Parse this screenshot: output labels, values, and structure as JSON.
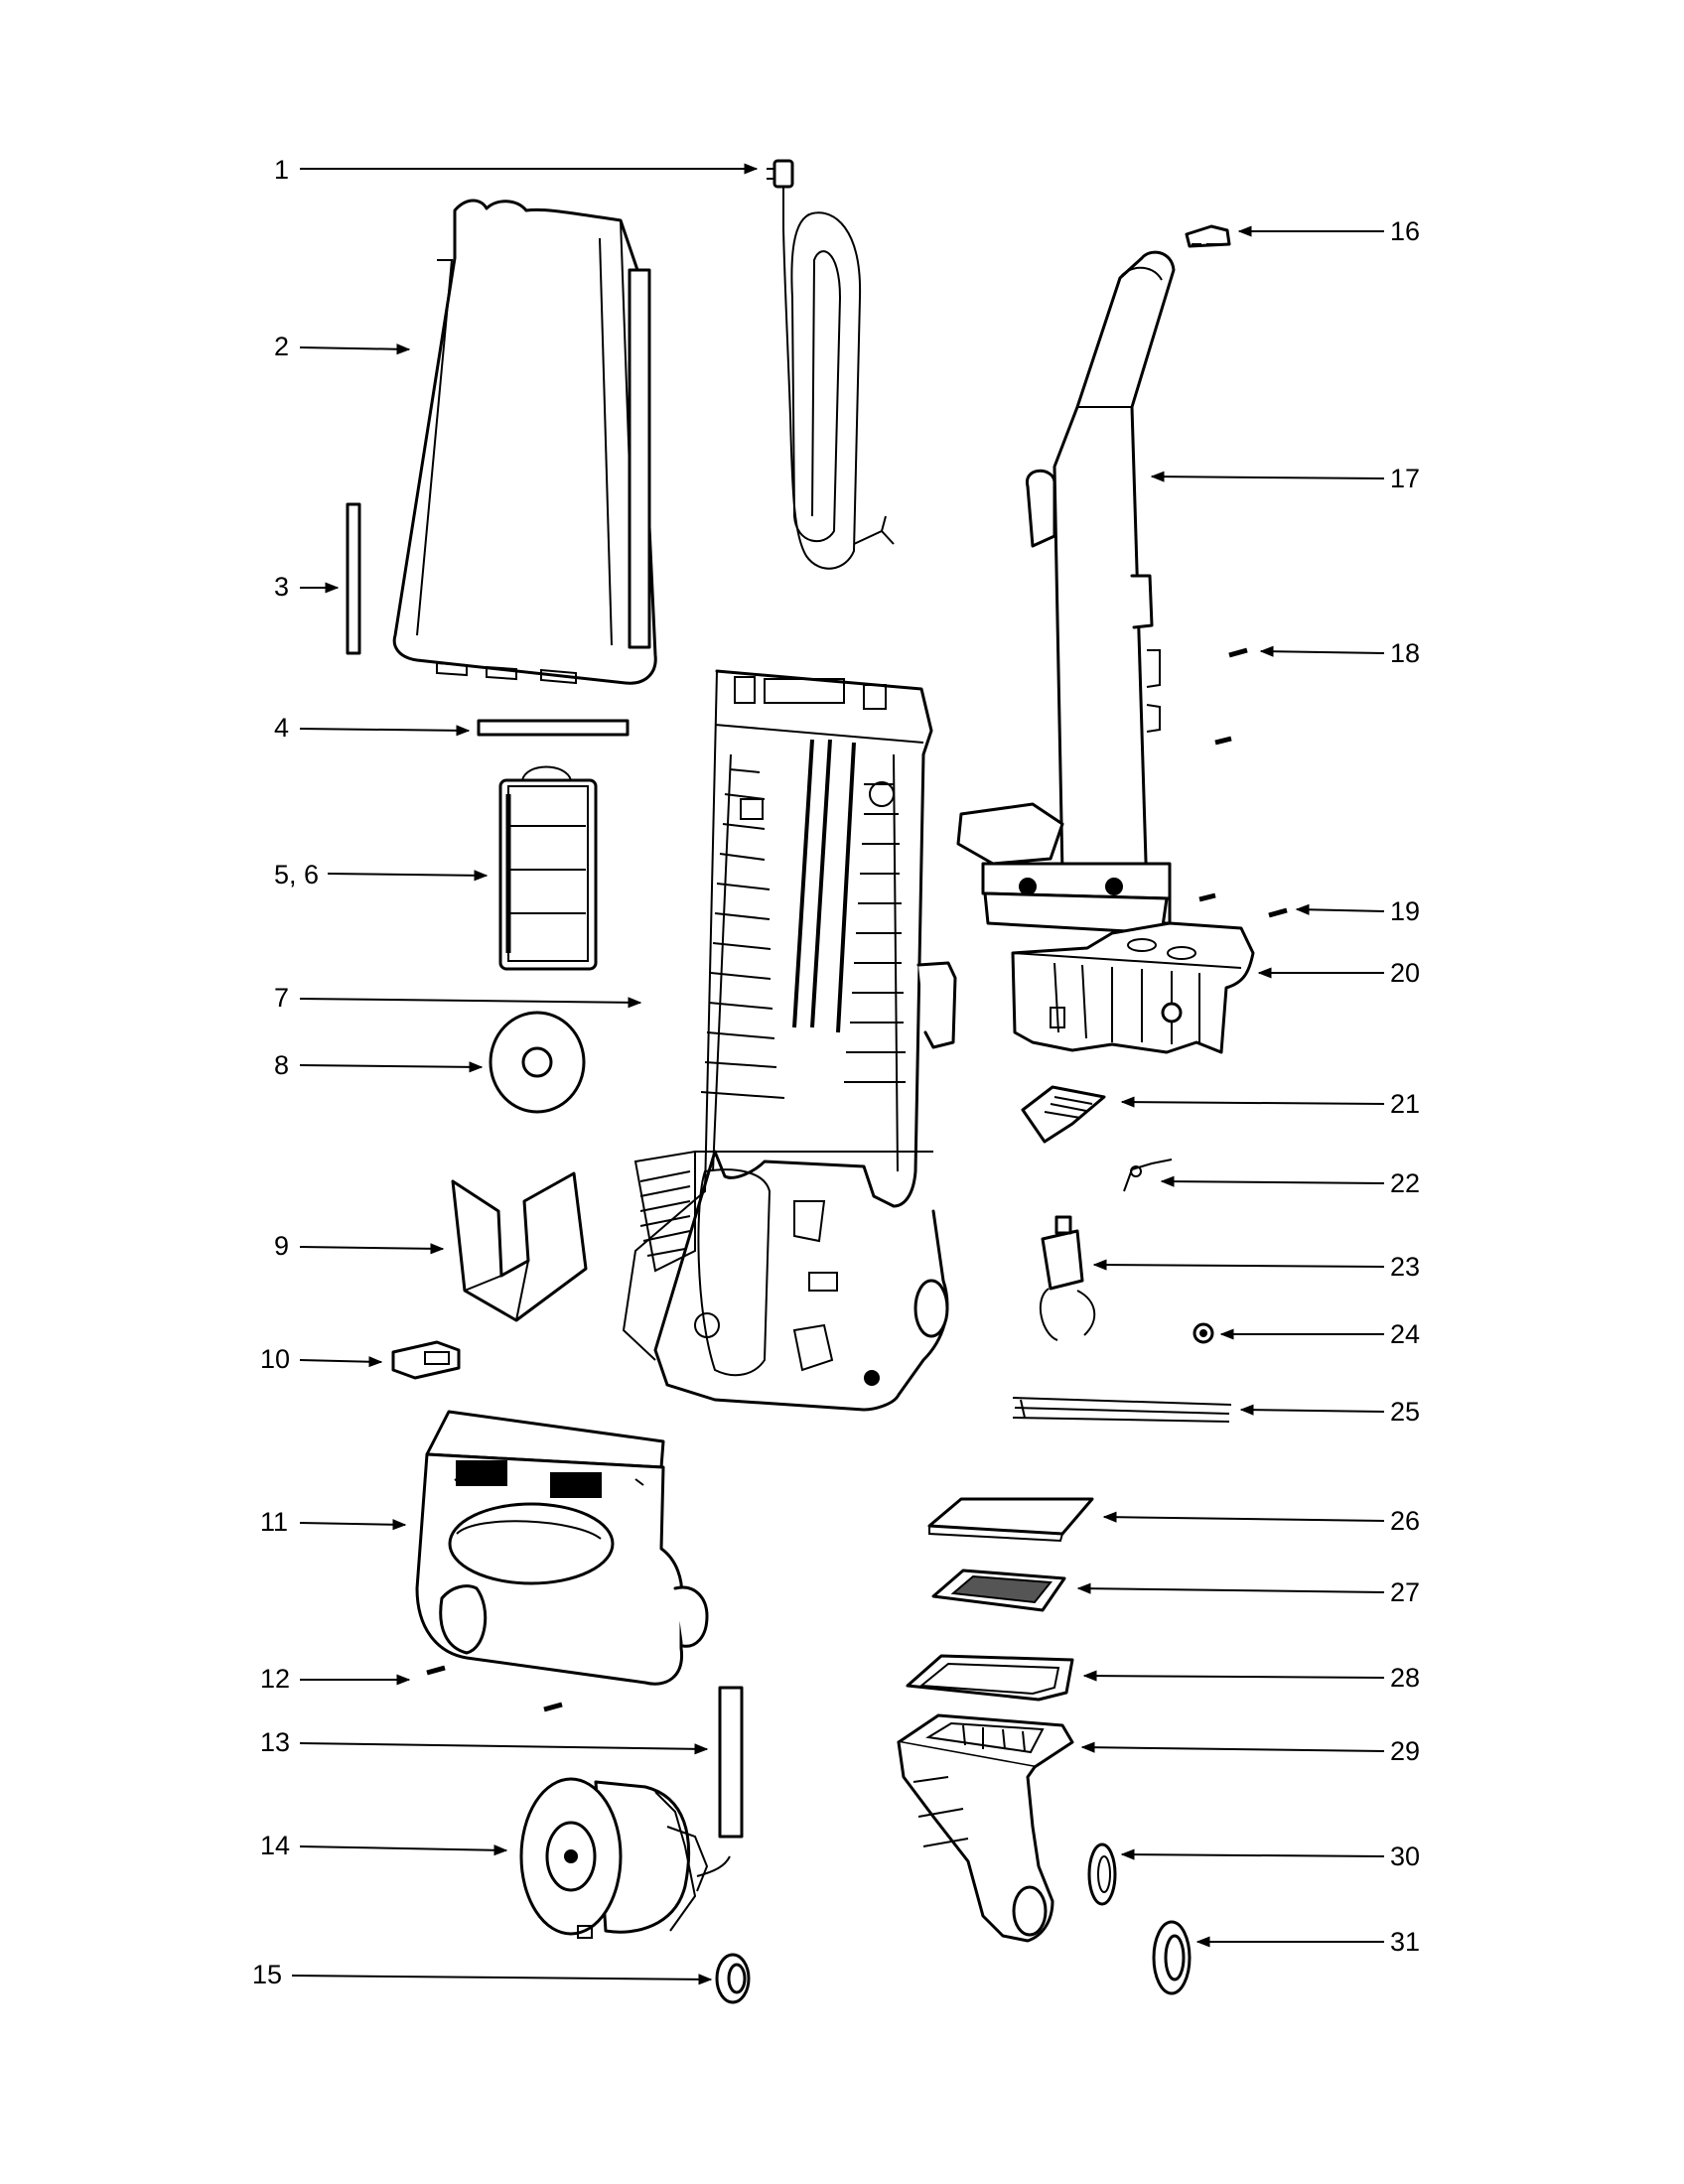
{
  "callouts": [
    {
      "id": "1",
      "text": "1"
    },
    {
      "id": "2",
      "text": "2"
    },
    {
      "id": "3",
      "text": "3"
    },
    {
      "id": "4",
      "text": "4"
    },
    {
      "id": "5",
      "text": "5, 6"
    },
    {
      "id": "7",
      "text": "7"
    },
    {
      "id": "8",
      "text": "8"
    },
    {
      "id": "9",
      "text": "9"
    },
    {
      "id": "10",
      "text": "10"
    },
    {
      "id": "11",
      "text": "11"
    },
    {
      "id": "12",
      "text": "12"
    },
    {
      "id": "13",
      "text": "13"
    },
    {
      "id": "14",
      "text": "14"
    },
    {
      "id": "15",
      "text": "15"
    },
    {
      "id": "16",
      "text": "16"
    },
    {
      "id": "17",
      "text": "17"
    },
    {
      "id": "18",
      "text": "18"
    },
    {
      "id": "19",
      "text": "19"
    },
    {
      "id": "20",
      "text": "20"
    },
    {
      "id": "21",
      "text": "21"
    },
    {
      "id": "22",
      "text": "22"
    },
    {
      "id": "23",
      "text": "23"
    },
    {
      "id": "24",
      "text": "24"
    },
    {
      "id": "25",
      "text": "25"
    },
    {
      "id": "26",
      "text": "26"
    },
    {
      "id": "27",
      "text": "27"
    },
    {
      "id": "28",
      "text": "28"
    },
    {
      "id": "29",
      "text": "29"
    },
    {
      "id": "30",
      "text": "30"
    },
    {
      "id": "31",
      "text": "31"
    }
  ]
}
